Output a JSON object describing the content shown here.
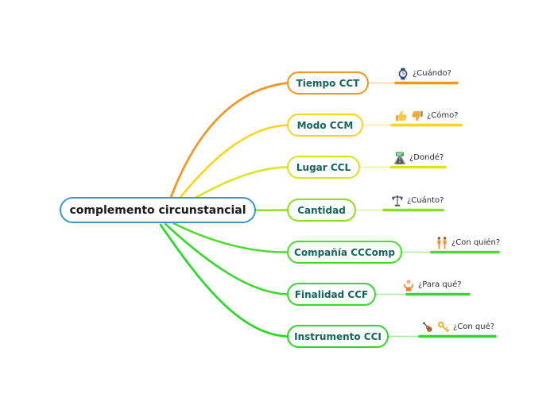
{
  "root": {
    "label": "complemento circunstancial"
  },
  "branches": [
    {
      "label": "Tiempo CCT",
      "question": "¿Cuándo?",
      "color": "#f7941e",
      "icons": [
        "watch-icon"
      ]
    },
    {
      "label": "Modo CCM",
      "question": "¿Cómo?",
      "color": "#ffd21c",
      "icons": [
        "thumbs-up-icon",
        "thumbs-down-icon"
      ]
    },
    {
      "label": "Lugar CCL",
      "question": "¿Dondé?",
      "color": "#d9e422",
      "icons": [
        "motorway-icon"
      ]
    },
    {
      "label": "Cantidad",
      "question": "¿Cuánto?",
      "color": "#8cdf1e",
      "icons": [
        "balance-scale-icon"
      ]
    },
    {
      "label": "Compañía CCComp",
      "question": "¿Con quién?",
      "color": "#4bdc2b",
      "icons": [
        "two-men-icon"
      ]
    },
    {
      "label": "Finalidad CCF",
      "question": "¿Para qué?",
      "color": "#35da2a",
      "icons": [
        "person-shrugging-icon"
      ]
    },
    {
      "label": "Instrumento CCI",
      "question": "¿Con qué?",
      "color": "#28da28",
      "icons": [
        "guitar-icon",
        "key-icon"
      ]
    }
  ],
  "colors": {
    "root_border": "#3d94cf",
    "node_text": "#15665a",
    "question_text": "#2e2e36",
    "background": "#ffffff"
  }
}
